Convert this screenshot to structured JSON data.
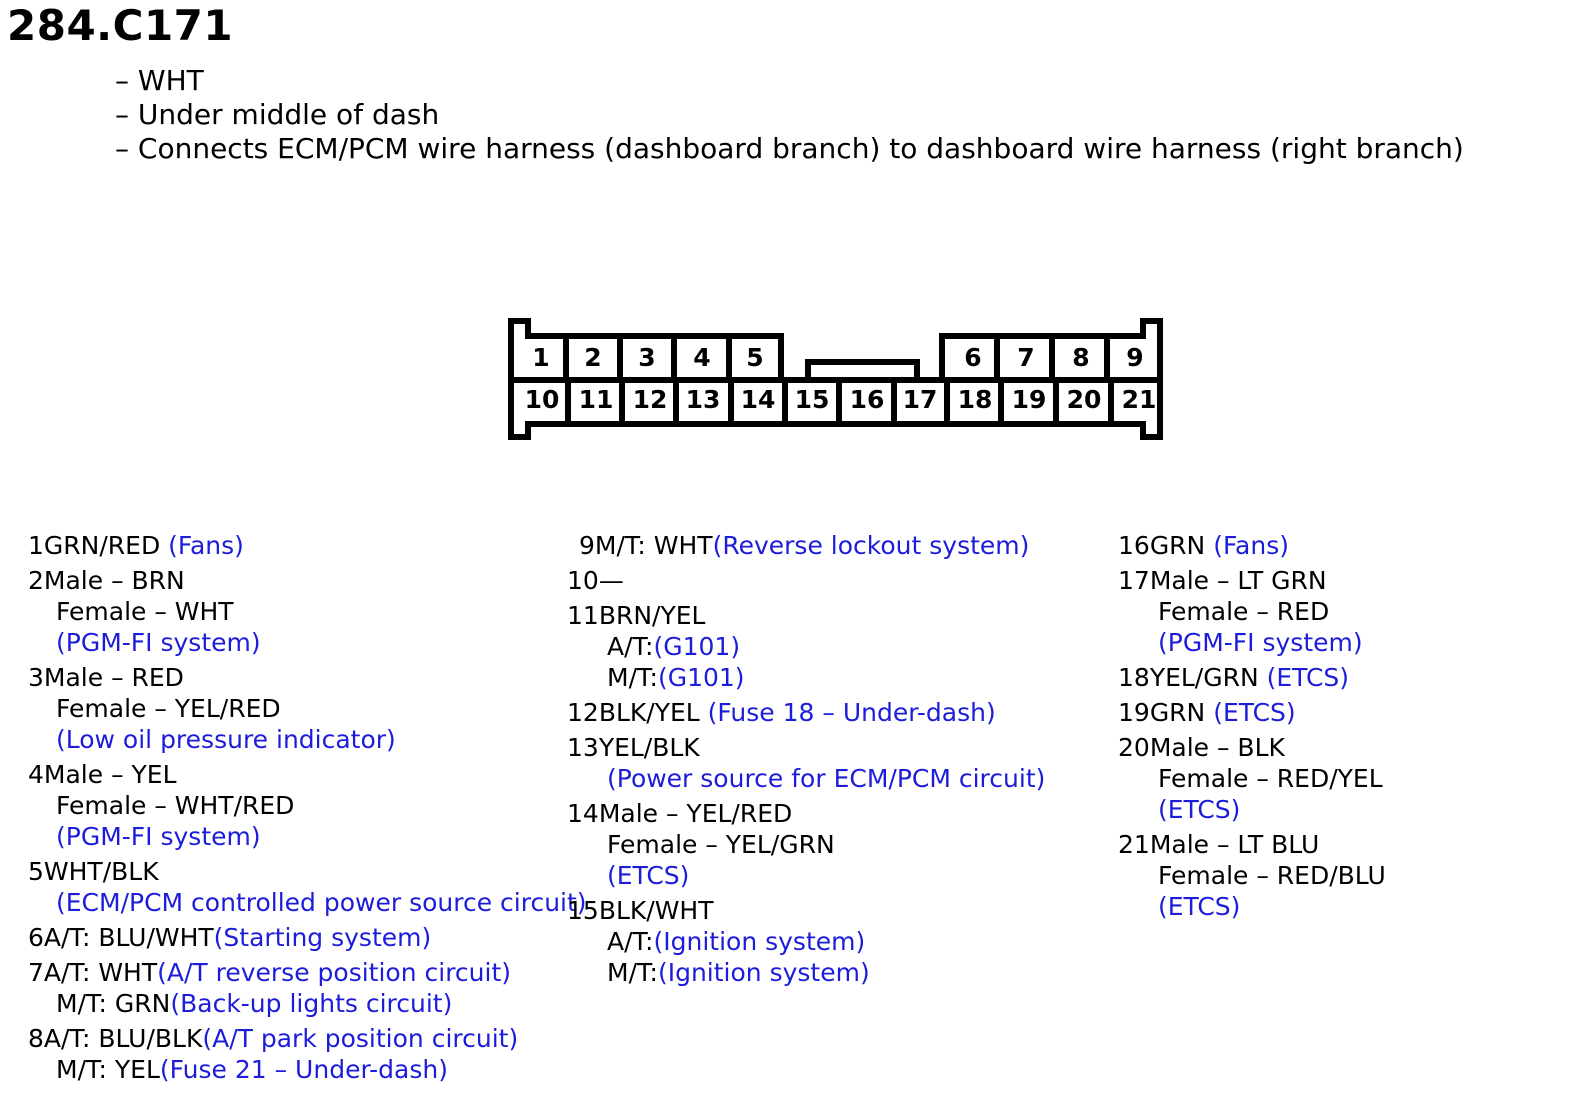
{
  "title": "284.C171",
  "description": [
    "– WHT",
    "– Under middle of dash",
    "– Connects ECM/PCM wire harness (dashboard branch) to dashboard wire harness (right branch)"
  ],
  "colors": {
    "text": "#000000",
    "link": "#1c1cdb"
  },
  "connector": {
    "top_pins": [
      "1",
      "2",
      "3",
      "4",
      "5",
      "6",
      "7",
      "8",
      "9"
    ],
    "bottom_pins": [
      "10",
      "11",
      "12",
      "13",
      "14",
      "15",
      "16",
      "17",
      "18",
      "19",
      "20",
      "21"
    ]
  },
  "pins": [
    {
      "num": "1",
      "lines": [
        {
          "t": "GRN/RED ",
          "c": "(Fans)"
        }
      ]
    },
    {
      "num": "2",
      "lines": [
        {
          "t": "Male – BRN"
        },
        {
          "t": "Female – WHT",
          "indent": true
        },
        {
          "c": "(PGM-FI system)",
          "indent": true
        }
      ]
    },
    {
      "num": "3",
      "lines": [
        {
          "t": "Male – RED"
        },
        {
          "t": "Female – YEL/RED",
          "indent": true
        },
        {
          "c": "(Low oil pressure indicator)",
          "indent": true
        }
      ]
    },
    {
      "num": "4",
      "lines": [
        {
          "t": "Male – YEL"
        },
        {
          "t": "Female – WHT/RED",
          "indent": true
        },
        {
          "c": "(PGM-FI system)",
          "indent": true
        }
      ]
    },
    {
      "num": "5",
      "lines": [
        {
          "t": "WHT/BLK"
        },
        {
          "c": "(ECM/PCM controlled power source circuit)",
          "indent": true
        }
      ]
    },
    {
      "num": "6",
      "lines": [
        {
          "t": "A/T: BLU/WHT",
          "c": "(Starting system)"
        }
      ]
    },
    {
      "num": "7",
      "lines": [
        {
          "t": "A/T: WHT",
          "c": "(A/T reverse position circuit)"
        },
        {
          "t": "M/T: GRN",
          "c": "(Back-up lights circuit)",
          "indent": true
        }
      ]
    },
    {
      "num": "8",
      "lines": [
        {
          "t": "A/T: BLU/BLK",
          "c": "(A/T park position circuit)"
        },
        {
          "t": "M/T: YEL",
          "c": "(Fuse 21 – Under-dash)",
          "indent": true
        }
      ]
    },
    {
      "num": "9",
      "lines": [
        {
          "t": "M/T: WHT",
          "c": "(Reverse lockout system)"
        }
      ]
    },
    {
      "num": "10",
      "lines": [
        {
          "t": "—"
        }
      ]
    },
    {
      "num": "11",
      "lines": [
        {
          "t": "BRN/YEL"
        },
        {
          "t": "A/T:",
          "c": "(G101)",
          "indent": true
        },
        {
          "t": "M/T:",
          "c": "(G101)",
          "indent": true
        }
      ]
    },
    {
      "num": "12",
      "lines": [
        {
          "t": "BLK/YEL ",
          "c": "(Fuse 18 – Under-dash)"
        }
      ]
    },
    {
      "num": "13",
      "lines": [
        {
          "t": "YEL/BLK"
        },
        {
          "c": "(Power source for ECM/PCM circuit)",
          "indent": true
        }
      ]
    },
    {
      "num": "14",
      "lines": [
        {
          "t": "Male – YEL/RED"
        },
        {
          "t": "Female – YEL/GRN",
          "indent": true
        },
        {
          "c": "(ETCS)",
          "indent": true
        }
      ]
    },
    {
      "num": "15",
      "lines": [
        {
          "t": "BLK/WHT"
        },
        {
          "t": "A/T:",
          "c": "(Ignition system)",
          "indent": true
        },
        {
          "t": "M/T:",
          "c": "(Ignition system)",
          "indent": true
        }
      ]
    },
    {
      "num": "16",
      "lines": [
        {
          "t": "GRN ",
          "c": "(Fans)"
        }
      ]
    },
    {
      "num": "17",
      "lines": [
        {
          "t": "Male – LT GRN"
        },
        {
          "t": "Female – RED",
          "indent": true
        },
        {
          "c": "(PGM-FI system)",
          "indent": true
        }
      ]
    },
    {
      "num": "18",
      "lines": [
        {
          "t": "YEL/GRN ",
          "c": "(ETCS)"
        }
      ]
    },
    {
      "num": "19",
      "lines": [
        {
          "t": "GRN ",
          "c": "(ETCS)"
        }
      ]
    },
    {
      "num": "20",
      "lines": [
        {
          "t": "Male – BLK"
        },
        {
          "t": "Female – RED/YEL",
          "indent": true
        },
        {
          "c": "(ETCS)",
          "indent": true
        }
      ]
    },
    {
      "num": "21",
      "lines": [
        {
          "t": "Male – LT BLU"
        },
        {
          "t": "Female – RED/BLU",
          "indent": true
        },
        {
          "c": "(ETCS)",
          "indent": true
        }
      ]
    }
  ]
}
